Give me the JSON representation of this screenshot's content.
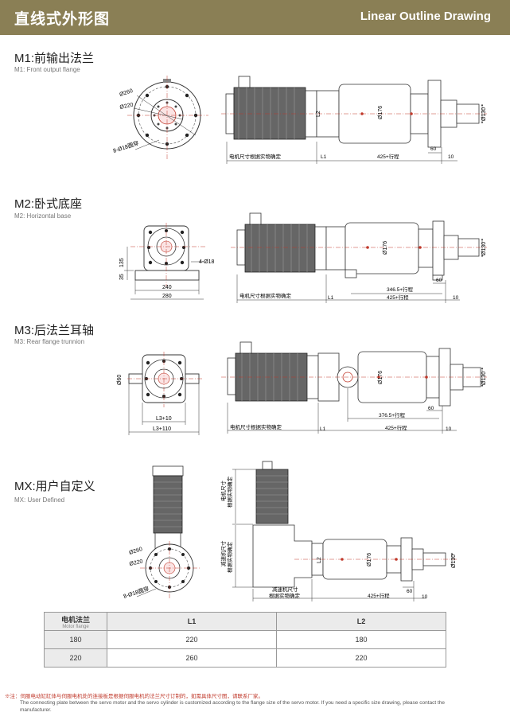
{
  "header": {
    "title_cn": "直线式外形图",
    "title_en": "Linear Outline Drawing"
  },
  "sections": [
    {
      "title": "M1:前输出法兰",
      "subtitle": "M1: Front output flange"
    },
    {
      "title": "M2:卧式底座",
      "subtitle": "M2: Horizontal base"
    },
    {
      "title": "M3:后法兰耳轴",
      "subtitle": "M3: Rear flange trunnion"
    },
    {
      "title": "MX:用户自定义",
      "subtitle": "MX: User Defined"
    }
  ],
  "dims": {
    "phi260": "Ø260",
    "phi220": "Ø220",
    "holes_8_18": "8-Ø18圆穿",
    "phi176": "Ø176",
    "phi130": "Ø130",
    "l2": "L2",
    "l1": "L1",
    "motor_size": "电机尺寸根据实物确定",
    "stroke425": "425+行程",
    "d60": "60",
    "d10": "10",
    "d135": "135",
    "d35": "35",
    "holes_4_18": "4-Ø18",
    "d240": "240",
    "d280": "280",
    "stroke346": "346.5+行程",
    "phi60": "Ø60",
    "l3_10": "L3+10",
    "l3_110": "L3+110",
    "stroke376": "376.5+行程",
    "mx_motor_size_a": "电机尺寸",
    "mx_motor_size_b": "根据实物确定",
    "mx_reducer_a": "减速机尺寸",
    "mx_reducer_b": "根据实物确定",
    "mx_reducer_bottom_a": "减速机尺寸",
    "mx_reducer_bottom_b": "根据实物确定"
  },
  "table": {
    "headers": {
      "motor_flange_cn": "电机法兰",
      "motor_flange_en": "Motor flange",
      "l1": "L1",
      "l2": "L2"
    },
    "rows": [
      {
        "flange": "180",
        "l1": "220",
        "l2": "180"
      },
      {
        "flange": "220",
        "l1": "260",
        "l2": "220"
      }
    ]
  },
  "notes": {
    "cn": "※注：伺服电动缸缸体与伺服电机处的连接板是根据伺服电机的法兰尺寸订制的，如需具体尺寸图，请联系厂家。",
    "en": "The connecting plate between the servo motor and the servo cylinder is customized according to the flange size of the servo motor. If you need a specific size drawing, please contact the manufacturer."
  }
}
